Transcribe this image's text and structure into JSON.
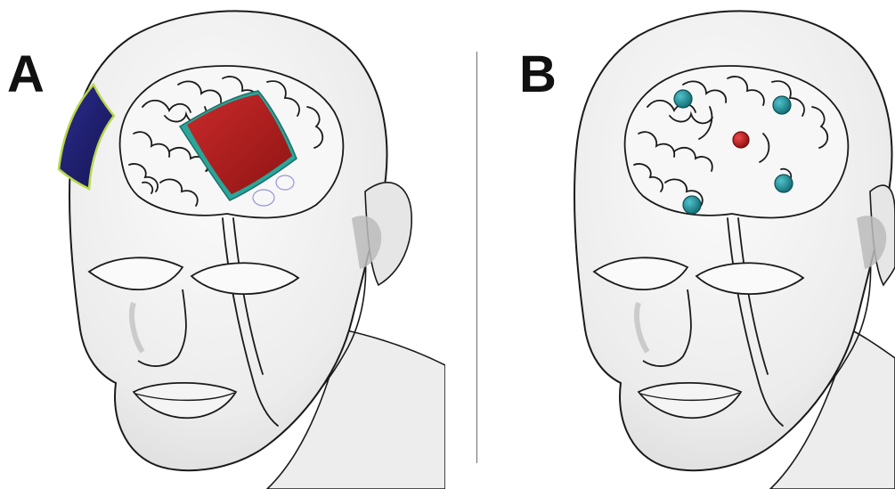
{
  "panels": [
    {
      "label": "A"
    },
    {
      "label": "B"
    }
  ],
  "colors": {
    "skin": "#efefef",
    "outline": "#1a1a1a",
    "ear_shadow": "#b9b9b9",
    "electrode_anode": "#b51f1f",
    "electrode_cathode": "#23237a",
    "sponge_edge": "#2aa59a",
    "cathode_edge": "#b8d84a",
    "hd_outer_electrode": "#1f8a94",
    "hd_center_electrode": "#c01a1a"
  },
  "icons": {
    "panel_a": [
      "head-illustration",
      "brain-illustration",
      "anode-pad-electrode",
      "cathode-pad-electrode"
    ],
    "panel_b": [
      "head-illustration",
      "brain-illustration",
      "center-electrode",
      "surround-electrode"
    ]
  }
}
